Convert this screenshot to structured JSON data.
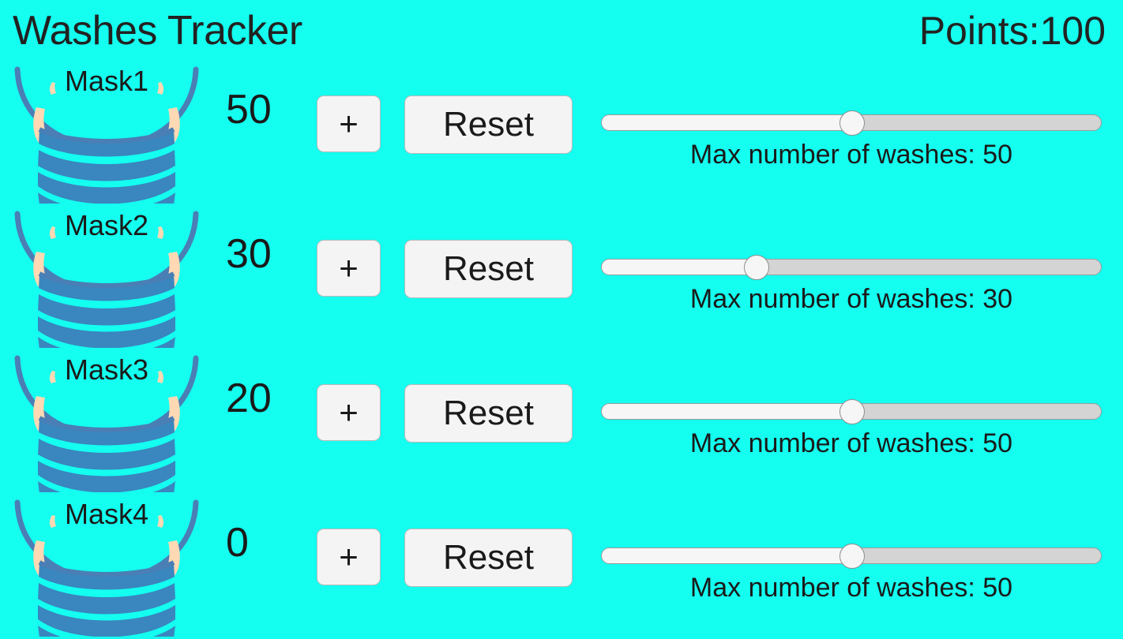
{
  "header": {
    "title": "Washes Tracker",
    "points_label": "Points:100"
  },
  "theme": {
    "background": "#14fff0",
    "mask_body": "#3a86bf",
    "mask_strap": "#4a7fb5",
    "mask_ear": "#ffd9b3",
    "button_face": "#f4f4f4",
    "slider_track": "#d4d4d4",
    "slider_fill": "#f6f6f6",
    "text": "#1a1a1a"
  },
  "controls": {
    "increment_label": "+",
    "reset_label": "Reset",
    "slider_caption_prefix": "Max number of washes: ",
    "slider_min": 0,
    "slider_max": 100
  },
  "rows": [
    {
      "mask_label": "Mask1",
      "count": "50",
      "increment_label": "+",
      "reset_label": "Reset",
      "max_washes": 50,
      "slider_caption": "Max number of washes: 50",
      "slider_percent": 50
    },
    {
      "mask_label": "Mask2",
      "count": "30",
      "increment_label": "+",
      "reset_label": "Reset",
      "max_washes": 30,
      "slider_caption": "Max number of washes: 30",
      "slider_percent": 31
    },
    {
      "mask_label": "Mask3",
      "count": "20",
      "increment_label": "+",
      "reset_label": "Reset",
      "max_washes": 50,
      "slider_caption": "Max number of washes: 50",
      "slider_percent": 50
    },
    {
      "mask_label": "Mask4",
      "count": "0",
      "increment_label": "+",
      "reset_label": "Reset",
      "max_washes": 50,
      "slider_caption": "Max number of washes: 50",
      "slider_percent": 50
    }
  ]
}
